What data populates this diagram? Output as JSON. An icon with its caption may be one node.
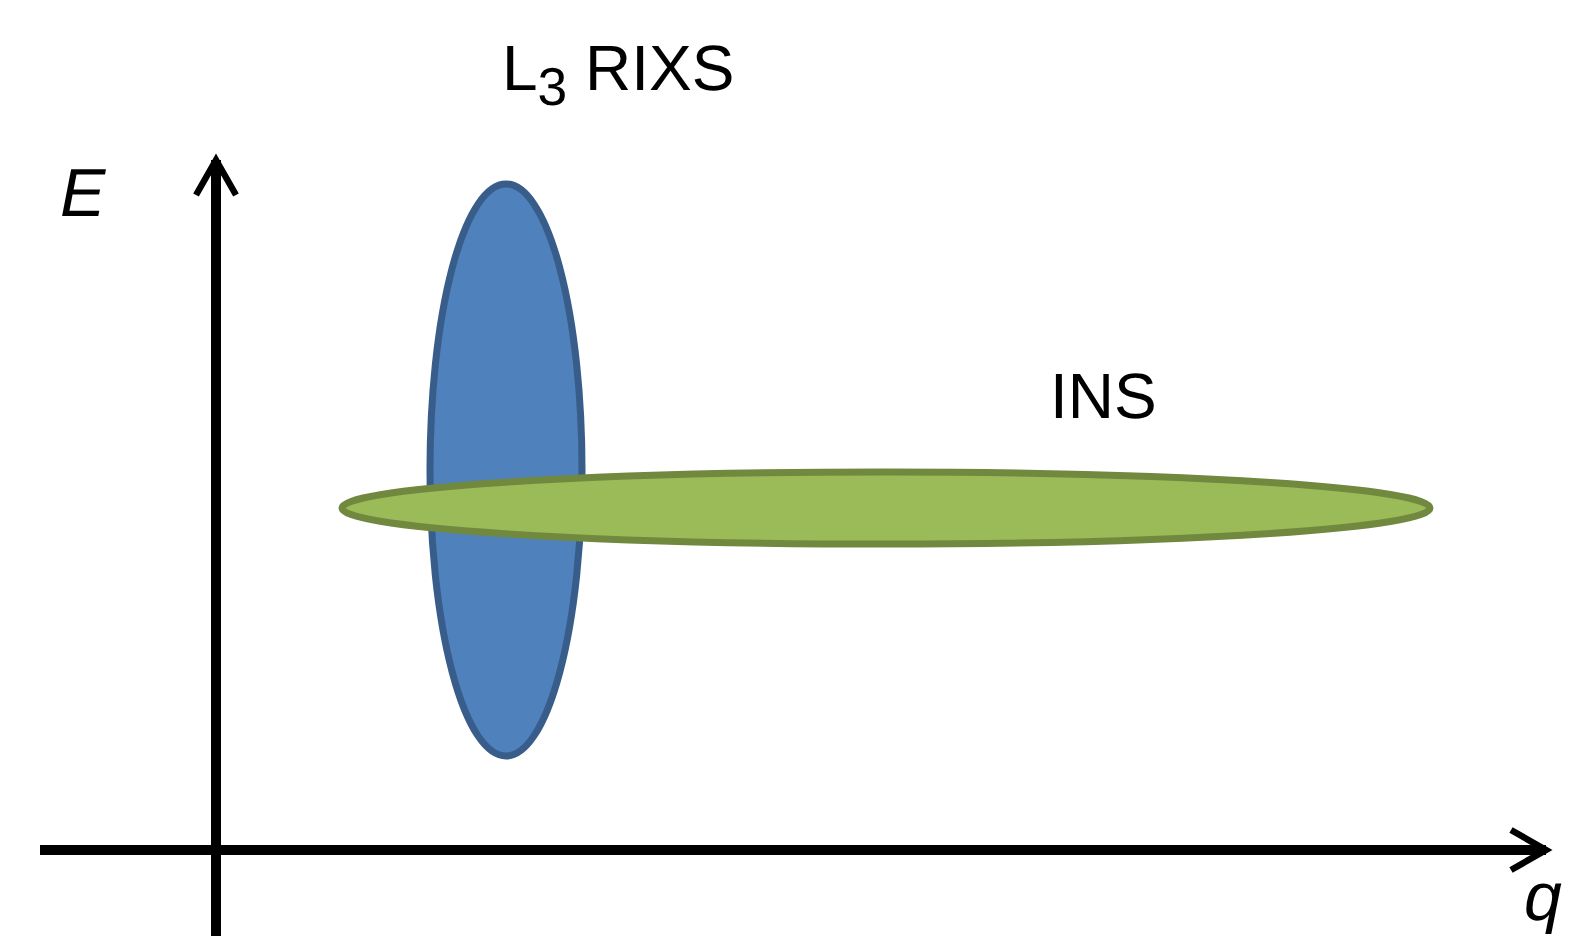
{
  "diagram": {
    "nodes": [
      {
        "text": [
          "L$_{3}$ RIXS"
        ]
      },
      {
        "text": [
          "INS"
        ]
      }
    ],
    "labels": [
      "E",
      "q"
    ]
  }
}
